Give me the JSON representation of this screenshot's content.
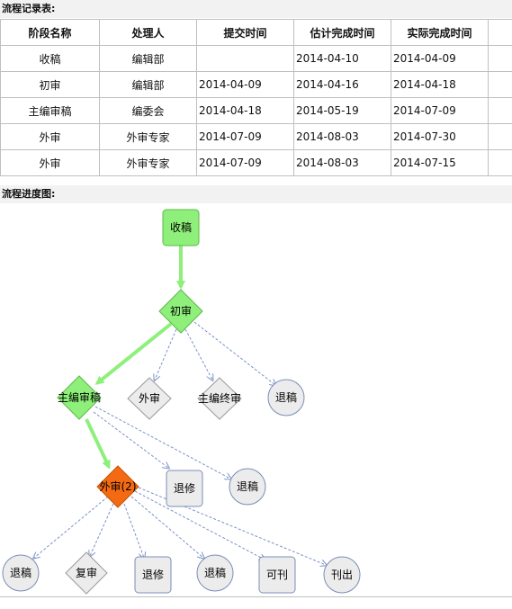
{
  "record": {
    "title": "流程记录表:",
    "headers": [
      "阶段名称",
      "处理人",
      "提交时间",
      "估计完成时间",
      "实际完成时间",
      ""
    ],
    "rows": [
      [
        "收稿",
        "编辑部",
        "",
        "2014-04-10",
        "2014-04-09",
        ""
      ],
      [
        "初审",
        "编辑部",
        "2014-04-09",
        "2014-04-16",
        "2014-04-18",
        ""
      ],
      [
        "主编审稿",
        "编委会",
        "2014-04-18",
        "2014-05-19",
        "2014-07-09",
        ""
      ],
      [
        "外审",
        "外审专家",
        "2014-07-09",
        "2014-08-03",
        "2014-07-30",
        ""
      ],
      [
        "外审",
        "外审专家",
        "2014-07-09",
        "2014-08-03",
        "2014-07-15",
        ""
      ]
    ]
  },
  "flow": {
    "title": "流程进度图:",
    "nodes": {
      "shougao": "收稿",
      "chushen": "初审",
      "zhubian": "主编审稿",
      "waishen_a": "外审",
      "zhubian_zhongshen": "主编终审",
      "tuigao_a": "退稿",
      "tuixiu_a": "退修",
      "tuigao_b": "退稿",
      "waishen2": "外审(2)",
      "tuigao_c": "退稿",
      "fushen": "复审",
      "tuixiu_b": "退修",
      "tuigao_d": "退稿",
      "kekan": "可刊",
      "kanchu": "刊出"
    },
    "colors": {
      "done": "#8ef07a",
      "done_border": "#5cb84a",
      "current": "#f36a12",
      "current_border": "#c85200",
      "pending": "#ececec",
      "pending_border": "#7a8db8",
      "active_arrow": "#8ef07a",
      "option_arrow": "#7a92c8"
    }
  }
}
